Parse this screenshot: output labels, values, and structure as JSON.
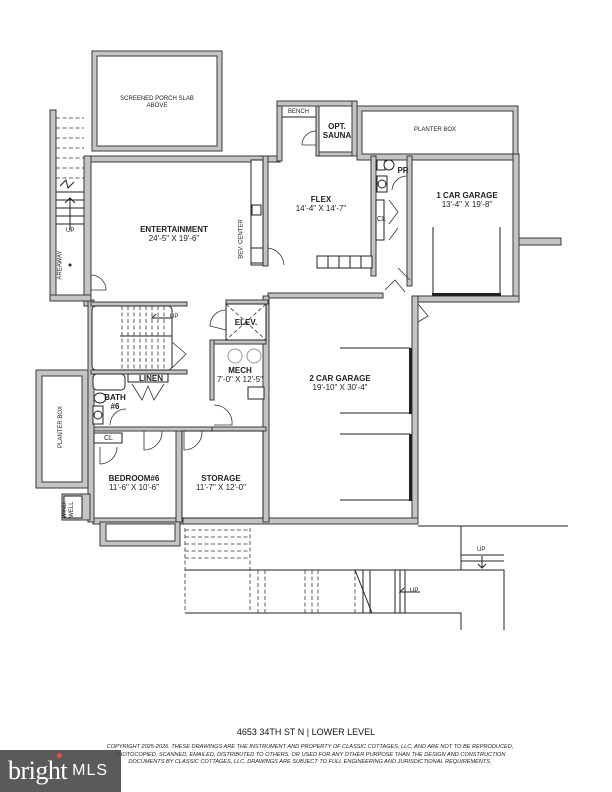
{
  "plan": {
    "title": "4653 34TH ST N | LOWER LEVEL",
    "copyright": "COPYRIGHT 2025-2026.  THESE DRAWINGS ARE THE INSTRUMENT AND PROPERTY OF CLASSIC COTTAGES, LLC, AND ARE NOT TO BE REPRODUCED, PHOTOCOPIED, SCANNED, EMAILED, DISTRIBUTED TO OTHERS, OR USED FOR ANY OTHER PURPOSE THAN THE DESIGN AND CONSTRUCTION DOCUMENTS BY CLASSIC COTTAGES, LLC.  DRAWINGS ARE SUBJECT TO FULL ENGINEERING AND JURISDICTIONAL REQUIREMENTS."
  },
  "rooms": {
    "porch": {
      "name": "SCREENED PORCH SLAB",
      "name2": "ABOVE"
    },
    "bench": {
      "name": "BENCH"
    },
    "sauna": {
      "name": "OPT.",
      "name2": "SAUNA"
    },
    "planter_top": {
      "name": "PLANTER BOX"
    },
    "planter_left": {
      "name": "PLANTER BOX"
    },
    "entertainment": {
      "name": "ENTERTAINMENT",
      "dim": "24'-5\" X 19'-6\""
    },
    "bev_center": {
      "name": "BEV. CENTER"
    },
    "flex": {
      "name": "FLEX",
      "dim": "14'-4\" X 14'-7\""
    },
    "pr": {
      "name": "PR"
    },
    "cl_pr": {
      "name": "CL"
    },
    "garage1": {
      "name": "1 CAR GARAGE",
      "dim": "13'-4\" X 19'-8\""
    },
    "areaway": {
      "name": "AREAWAY"
    },
    "elev": {
      "name": "ELEV."
    },
    "mech": {
      "name": "MECH",
      "dim": "7'-0\" X 12'-5\""
    },
    "garage2": {
      "name": "2 CAR GARAGE",
      "dim": "19'-10\" X 30'-4\""
    },
    "linen": {
      "name": "LINEN"
    },
    "bath": {
      "name": "BATH",
      "name2": "#6"
    },
    "cl_bed": {
      "name": "CL"
    },
    "bedroom": {
      "name": "BEDROOM#6",
      "dim": "11'-6\" X 10'-6\""
    },
    "storage": {
      "name": "STORAGE",
      "dim": "11'-7\" X 12'-0\""
    },
    "window_well": {
      "name": "WIND.",
      "name2": "WELL"
    }
  },
  "stairs": {
    "up_left": "UP",
    "up_main": "UP",
    "up_exterior_top": "UP",
    "up_exterior_bottom": "UP"
  },
  "watermark": {
    "brand": "bright",
    "suffix": "MLS"
  }
}
